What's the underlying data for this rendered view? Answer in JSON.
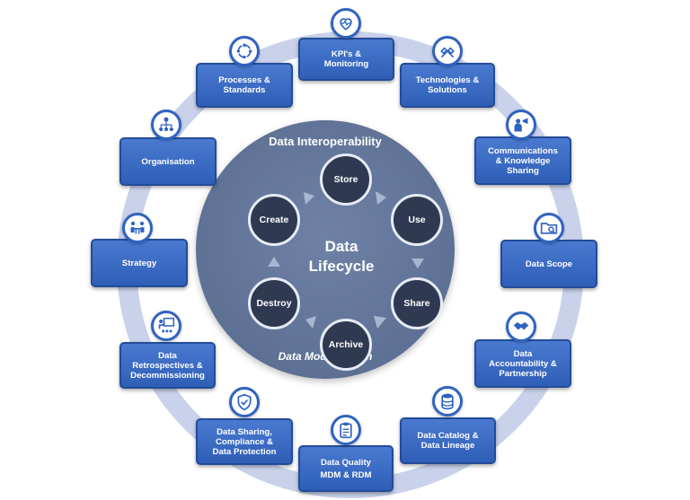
{
  "center": {
    "line1": "Data",
    "line2": "Lifecycle"
  },
  "disc": {
    "top_label": "Data Interoperability",
    "bottom_label": "Data Model Driven"
  },
  "stages": {
    "store": "Store",
    "use": "Use",
    "share": "Share",
    "archive": "Archive",
    "destroy": "Destroy",
    "create": "Create"
  },
  "pillars": {
    "kpi": [
      "KPI's &",
      "Monitoring"
    ],
    "tech": [
      "Technologies &",
      "Solutions"
    ],
    "comms": [
      "Communications",
      "& Knowledge",
      "Sharing"
    ],
    "scope": [
      "Data Scope"
    ],
    "accountability": [
      "Data",
      "Accountability &",
      "Partnership"
    ],
    "catalog": [
      "Data Catalog &",
      "Data Lineage"
    ],
    "quality": [
      "Data Quality",
      "MDM & RDM"
    ],
    "sharing": [
      "Data Sharing,",
      "Compliance &",
      "Data Protection"
    ],
    "retro": [
      "Data",
      "Retrospectives &",
      "Decommissioning"
    ],
    "strategy": [
      "Strategy"
    ],
    "organisation": [
      "Organisation"
    ],
    "processes": [
      "Processes &",
      "Standards"
    ]
  },
  "colors": {
    "box_fill": "#3a6cc6",
    "icon_ring": "#2f63c0",
    "ring": "#c9d2ea",
    "disc": "#5e7194",
    "node": "#2f3a52"
  }
}
